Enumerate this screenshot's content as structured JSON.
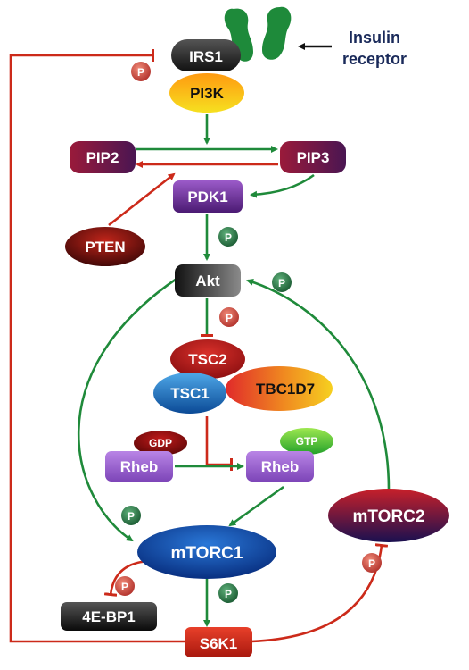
{
  "labels": {
    "insulin_receptor_line1": "Insulin",
    "insulin_receptor_line2": "receptor",
    "irs1": "IRS1",
    "pi3k": "PI3K",
    "pip2": "PIP2",
    "pip3": "PIP3",
    "pdk1": "PDK1",
    "pten": "PTEN",
    "akt": "Akt",
    "tsc2": "TSC2",
    "tsc1": "TSC1",
    "tbc1d7": "TBC1D7",
    "gdp": "GDP",
    "gtp": "GTP",
    "rheb_gdp": "Rheb",
    "rheb_gtp": "Rheb",
    "mtorc1": "mTORC1",
    "mtorc2": "mTORC2",
    "eif4ebp1": "4E-BP1",
    "s6k1": "S6K1",
    "phospho": "P"
  },
  "colors": {
    "activation_arrow": "#1f8a3a",
    "inhibition_arrow": "#cc2a1a",
    "receptor": "#1e8a3a",
    "receptor_label": "#1a2a5a"
  }
}
